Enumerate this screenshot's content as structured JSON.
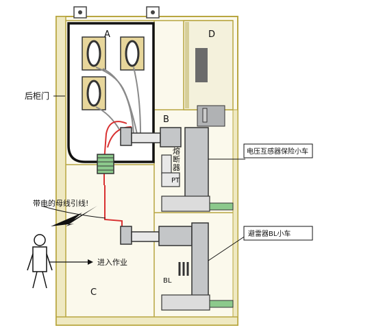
{
  "labels": {
    "A": "A",
    "B": "B",
    "C": "C",
    "D": "D",
    "rear_door": "后柜门",
    "fuse_line1": "熔",
    "fuse_line2": "断",
    "fuse_line3": "器",
    "pt": "PT",
    "bl": "BL",
    "vt_fuse_truck": "电压互感器保险小车",
    "arrester_truck": "避雷器BL小车",
    "live_busbar": "带电的母线引线!",
    "enter_work": "进入作业"
  },
  "colors": {
    "frame_fill": "#f4f1dc",
    "frame_stroke": "#b8a640",
    "dark_line": "#111111",
    "red_wire": "#d83030",
    "grey_part": "#c4c6c8",
    "busbar_green": "#8cc98c"
  }
}
